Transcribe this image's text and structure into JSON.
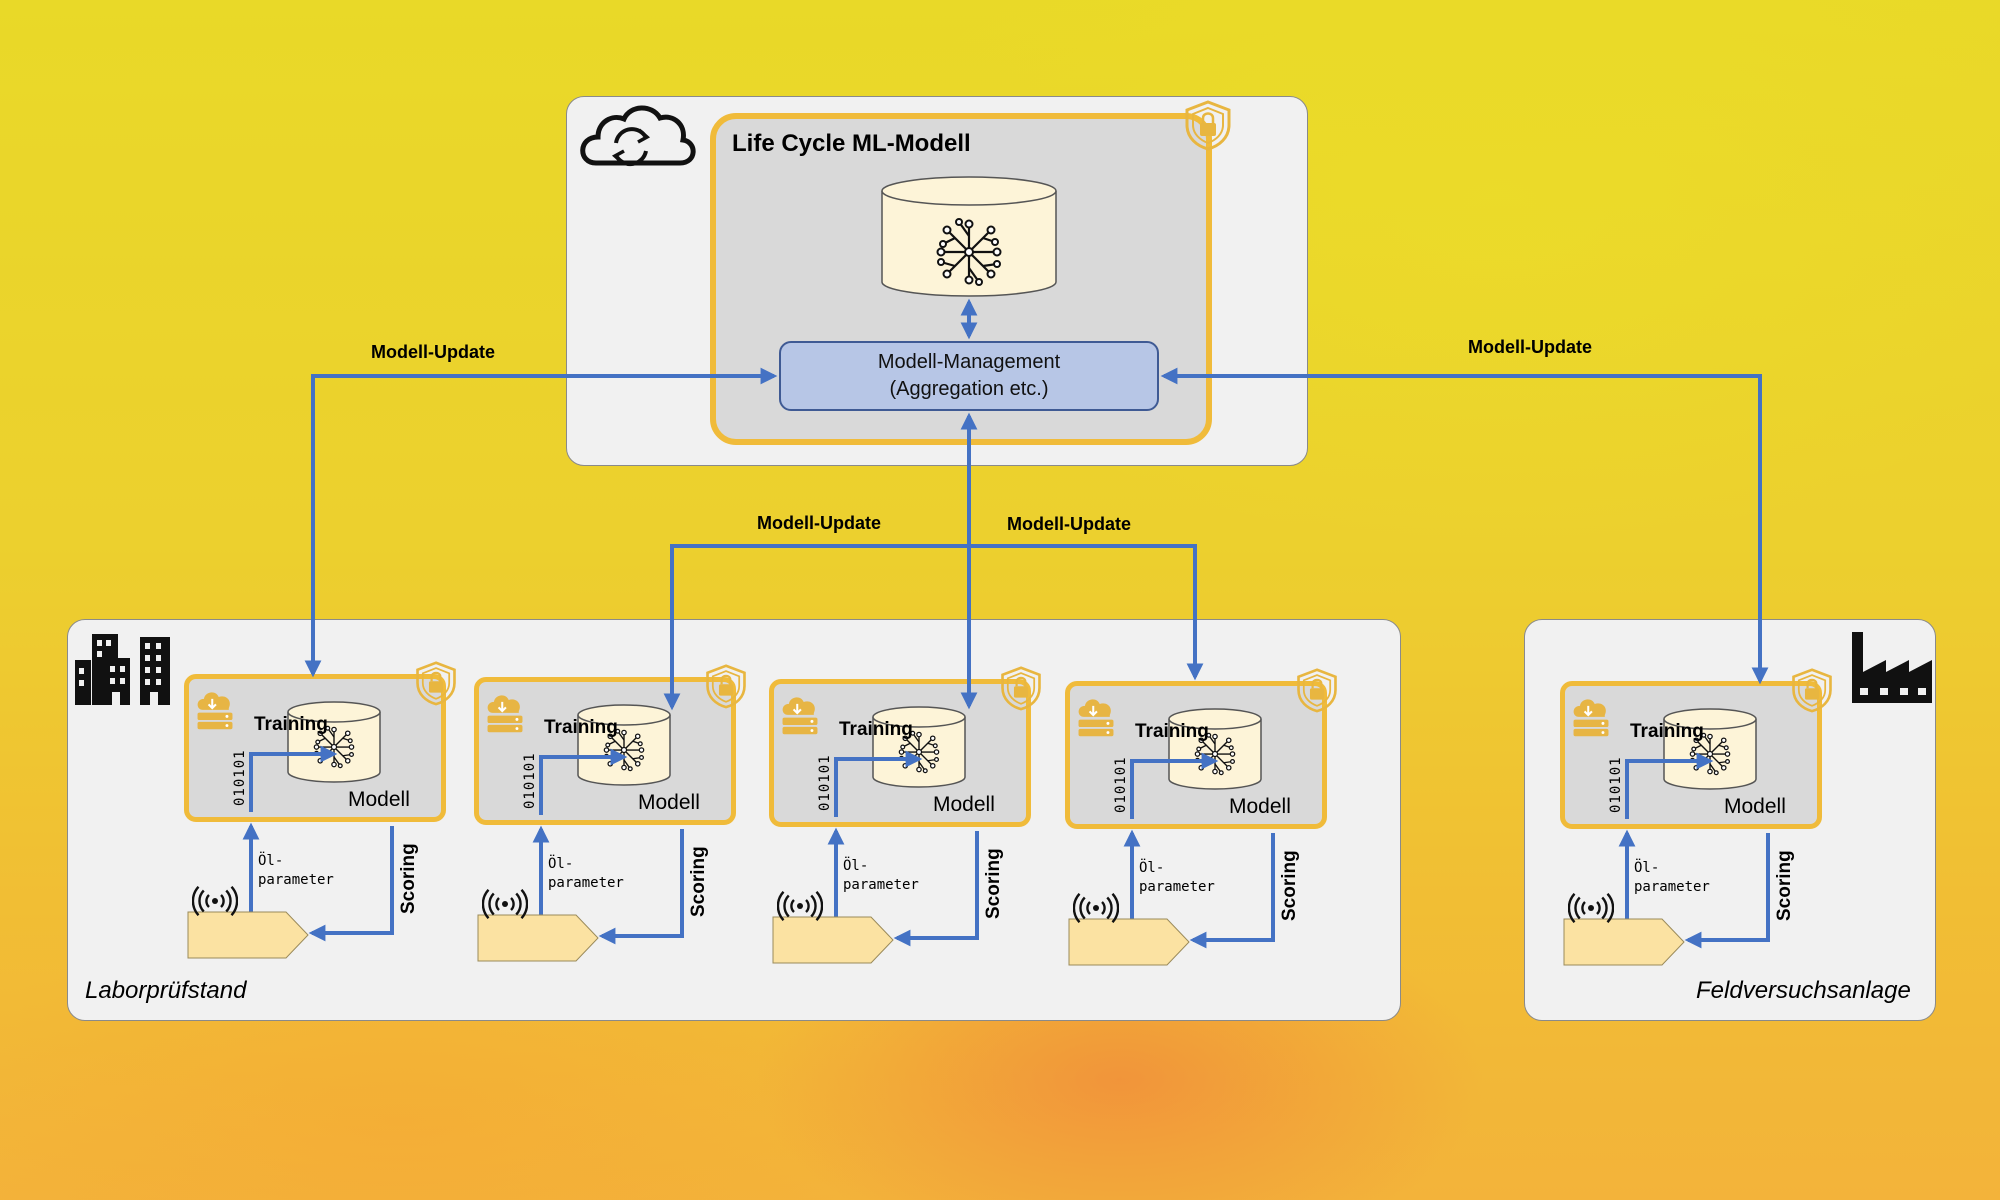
{
  "lifecycle": {
    "title": "Life Cycle ML-Modell",
    "management_line1": "Modell-Management",
    "management_line2": "(Aggregation etc.)"
  },
  "update_labels": [
    "Modell-Update",
    "Modell-Update",
    "Modell-Update",
    "Modell-Update"
  ],
  "left_panel_label": "Laborprüfstand",
  "right_panel_label": "Feldversuchsanlage",
  "node_text": {
    "training": "Training",
    "modell": "Modell",
    "binary": "010101",
    "param_line1": "Öl-",
    "param_line2": "parameter",
    "scoring": "Scoring"
  },
  "nodes": [
    {
      "id": "lab-1"
    },
    {
      "id": "lab-2"
    },
    {
      "id": "lab-3"
    },
    {
      "id": "lab-4"
    },
    {
      "id": "field-1"
    }
  ],
  "icons": [
    "cloud-sync-icon",
    "city-buildings-icon",
    "factory-icon",
    "shield-lock-icon",
    "neural-network-icon",
    "database-icon",
    "cloud-server-icon",
    "sensor-wireless-icon",
    "sensor-tag-icon"
  ],
  "colors": {
    "arrow": "#4472c4",
    "orange_border": "#f0bb3a",
    "db_fill": "#fdf4d8",
    "tag_fill": "#fbe2a2"
  }
}
